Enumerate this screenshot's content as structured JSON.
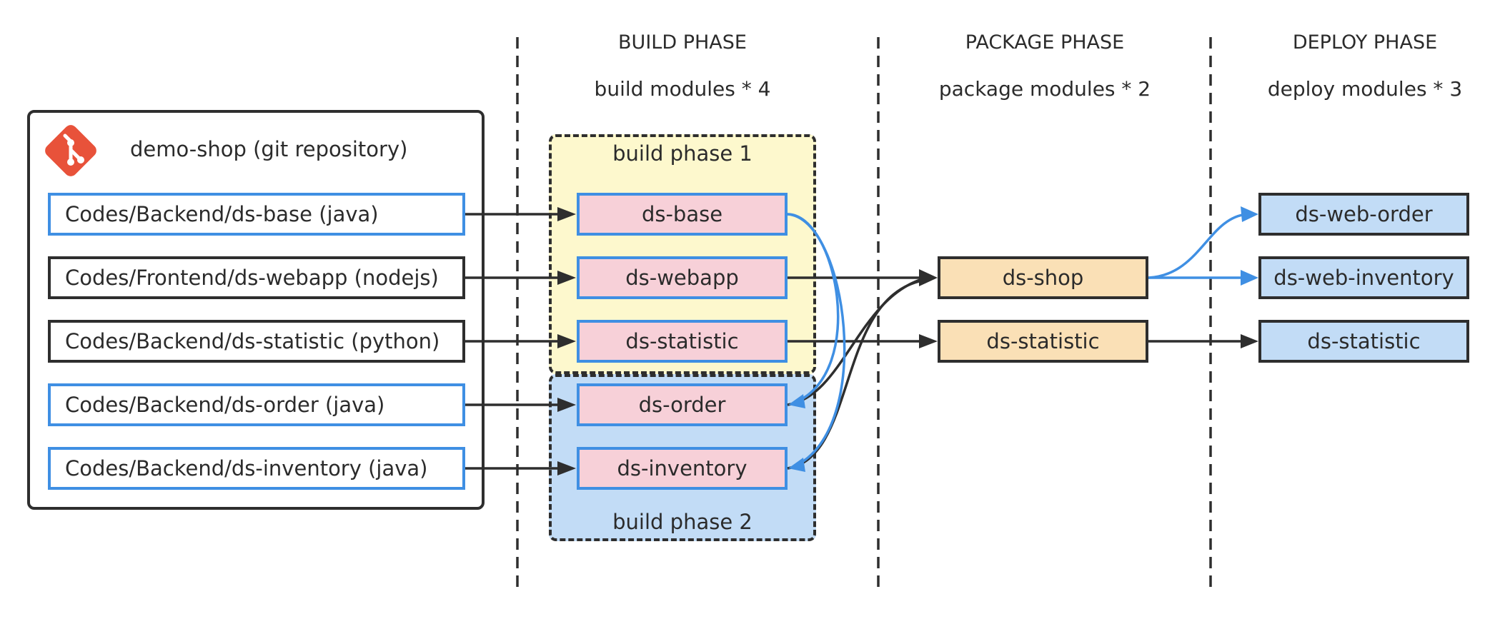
{
  "phases": [
    {
      "title": "BUILD PHASE",
      "subtitle": "build modules * 4"
    },
    {
      "title": "PACKAGE PHASE",
      "subtitle": "package modules * 2"
    },
    {
      "title": "DEPLOY PHASE",
      "subtitle": "deploy modules * 3"
    }
  ],
  "repo": {
    "title": "demo-shop (git repository)",
    "icon": "git-logo-icon",
    "icon_color": "#e8523a",
    "sources": [
      {
        "label": "Codes/Backend/ds-base (java)",
        "highlight": true
      },
      {
        "label": "Codes/Frontend/ds-webapp (nodejs)",
        "highlight": false
      },
      {
        "label": "Codes/Backend/ds-statistic (python)",
        "highlight": false
      },
      {
        "label": "Codes/Backend/ds-order (java)",
        "highlight": true
      },
      {
        "label": "Codes/Backend/ds-inventory (java)",
        "highlight": true
      }
    ]
  },
  "build_groups": [
    {
      "label": "build phase 1",
      "color": "#fdf8cd"
    },
    {
      "label": "build phase 2",
      "color": "#c2dcf6"
    }
  ],
  "build_modules": [
    "ds-base",
    "ds-webapp",
    "ds-statistic",
    "ds-order",
    "ds-inventory"
  ],
  "package_modules": [
    "ds-shop",
    "ds-statistic"
  ],
  "deploy_modules": [
    "ds-web-order",
    "ds-web-inventory",
    "ds-statistic"
  ],
  "colors": {
    "blue_link": "#3f8fe3",
    "dark_link": "#2e2e2e",
    "build_fill": "#f7d0d8",
    "package_fill": "#fae0b6",
    "deploy_fill": "#c2dcf6"
  }
}
